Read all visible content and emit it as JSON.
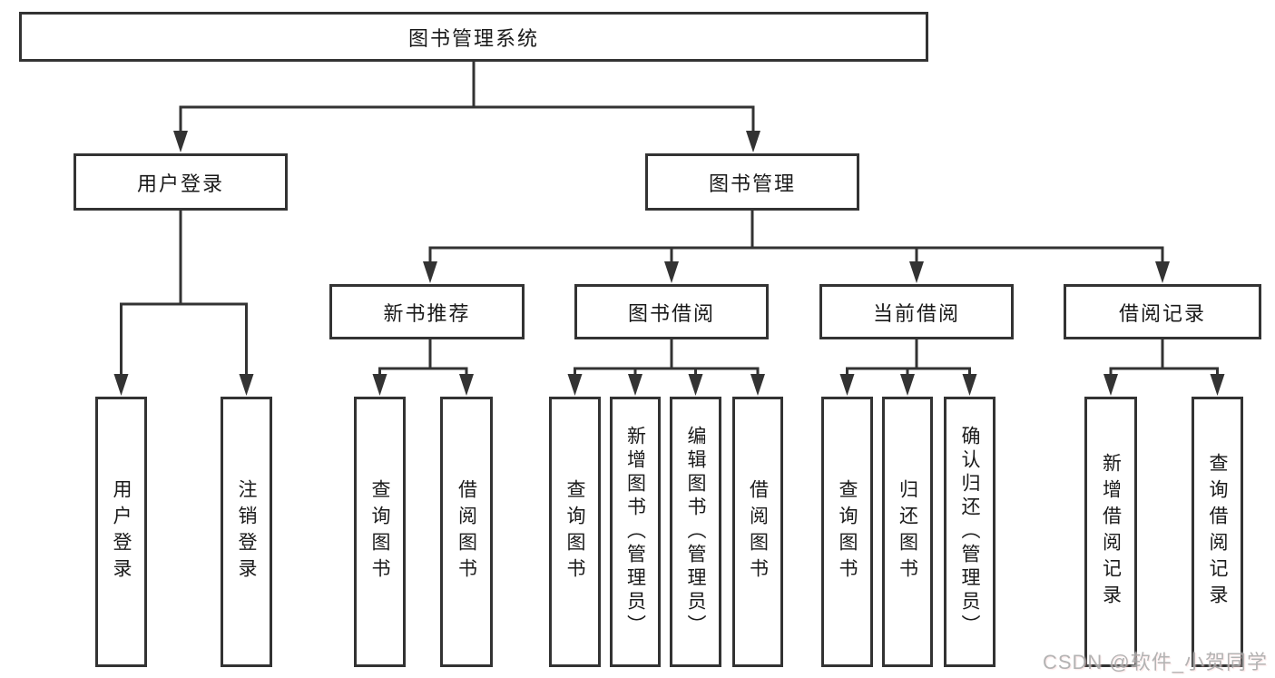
{
  "diagram_title": "图书管理系统",
  "nodes": {
    "root": "图书管理系统",
    "branch_user": "用户登录",
    "branch_books": "图书管理",
    "cat_new_books": "新书推荐",
    "cat_book_borrow": "图书借阅",
    "cat_current_borrow": "当前借阅",
    "cat_borrow_records": "借阅记录",
    "leaf_user_login": "用户登录",
    "leaf_user_logout": "注销登录",
    "leaf_new_query_books": "查询图书",
    "leaf_new_borrow_books": "借阅图书",
    "leaf_bb_query_books": "查询图书",
    "leaf_bb_add_books": "新增图书（管理员）",
    "leaf_bb_edit_books": "编辑图书（管理员）",
    "leaf_bb_borrow_books": "借阅图书",
    "leaf_cb_query_books": "查询图书",
    "leaf_cb_return_books": "归还图书",
    "leaf_cb_confirm_return": "确认归还（管理员）",
    "leaf_br_add_record": "新增借阅记录",
    "leaf_br_query_record": "查询借阅记录"
  },
  "hierarchy": {
    "图书管理系统": {
      "用户登录": [
        "用户登录",
        "注销登录"
      ],
      "图书管理": {
        "新书推荐": [
          "查询图书",
          "借阅图书"
        ],
        "图书借阅": [
          "查询图书",
          "新增图书（管理员）",
          "编辑图书（管理员）",
          "借阅图书"
        ],
        "当前借阅": [
          "查询图书",
          "归还图书",
          "确认归还（管理员）"
        ],
        "借阅记录": [
          "新增借阅记录",
          "查询借阅记录"
        ]
      }
    }
  },
  "watermark": "CSDN @软件_小贺同学",
  "colors": {
    "line": "#333333",
    "text": "#1a1a1a",
    "box_background": "#ffffff",
    "watermark": "#ababab"
  }
}
